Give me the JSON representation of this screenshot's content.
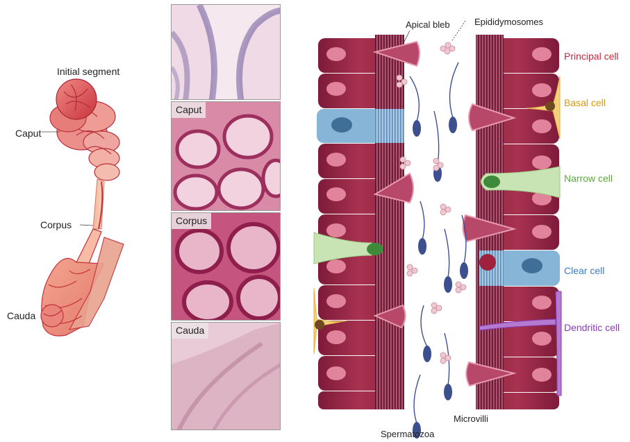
{
  "organ": {
    "labels": {
      "initial_segment": "Initial segment",
      "caput": "Caput",
      "corpus": "Corpus",
      "cauda": "Cauda"
    }
  },
  "histology": {
    "panels": [
      {
        "tag": ""
      },
      {
        "tag": "Caput"
      },
      {
        "tag": "Corpus"
      },
      {
        "tag": "Cauda"
      }
    ]
  },
  "epithelium": {
    "top_labels": {
      "apical_bleb": "Apical bleb",
      "epididymosomes": "Epididymosomes"
    },
    "bottom_labels": {
      "spermatozoa": "Spermatozoa",
      "microvilli": "Microvilli"
    },
    "cell_types": [
      {
        "label": "Principal cell",
        "color": "#c8263e"
      },
      {
        "label": "Basal cell",
        "color": "#e0a010"
      },
      {
        "label": "Narrow cell",
        "color": "#5aab3a"
      },
      {
        "label": "Clear cell",
        "color": "#3a7ec8"
      },
      {
        "label": "Dendritic cell",
        "color": "#8a3ab8"
      }
    ]
  },
  "colors": {
    "principal": "#9b2448",
    "principal_dark": "#7a1a38",
    "nucleus": "#e68aa0",
    "clear": "#87b5d8",
    "narrow": "#c9e4b4",
    "basal": "#f3d07a",
    "dendritic": "#a760c7",
    "sperm": "#3d4f8f"
  }
}
